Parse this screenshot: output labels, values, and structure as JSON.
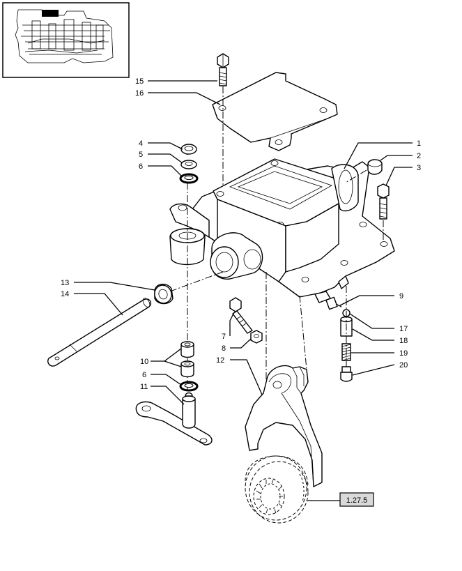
{
  "callouts": [
    {
      "id": "1",
      "label": "1"
    },
    {
      "id": "2",
      "label": "2"
    },
    {
      "id": "3",
      "label": "3"
    },
    {
      "id": "4",
      "label": "4"
    },
    {
      "id": "5",
      "label": "5"
    },
    {
      "id": "6a",
      "label": "6"
    },
    {
      "id": "6b",
      "label": "6"
    },
    {
      "id": "7",
      "label": "7"
    },
    {
      "id": "8",
      "label": "8"
    },
    {
      "id": "9",
      "label": "9"
    },
    {
      "id": "10",
      "label": "10"
    },
    {
      "id": "11",
      "label": "11"
    },
    {
      "id": "12",
      "label": "12"
    },
    {
      "id": "13",
      "label": "13"
    },
    {
      "id": "14",
      "label": "14"
    },
    {
      "id": "15",
      "label": "15"
    },
    {
      "id": "16",
      "label": "16"
    },
    {
      "id": "17",
      "label": "17"
    },
    {
      "id": "18",
      "label": "18"
    },
    {
      "id": "19",
      "label": "19"
    },
    {
      "id": "20",
      "label": "20"
    }
  ],
  "reference": {
    "label": "1.27.5"
  },
  "colors": {
    "line": "#000000",
    "background": "#ffffff",
    "reference_box": "#d9d9d9"
  }
}
